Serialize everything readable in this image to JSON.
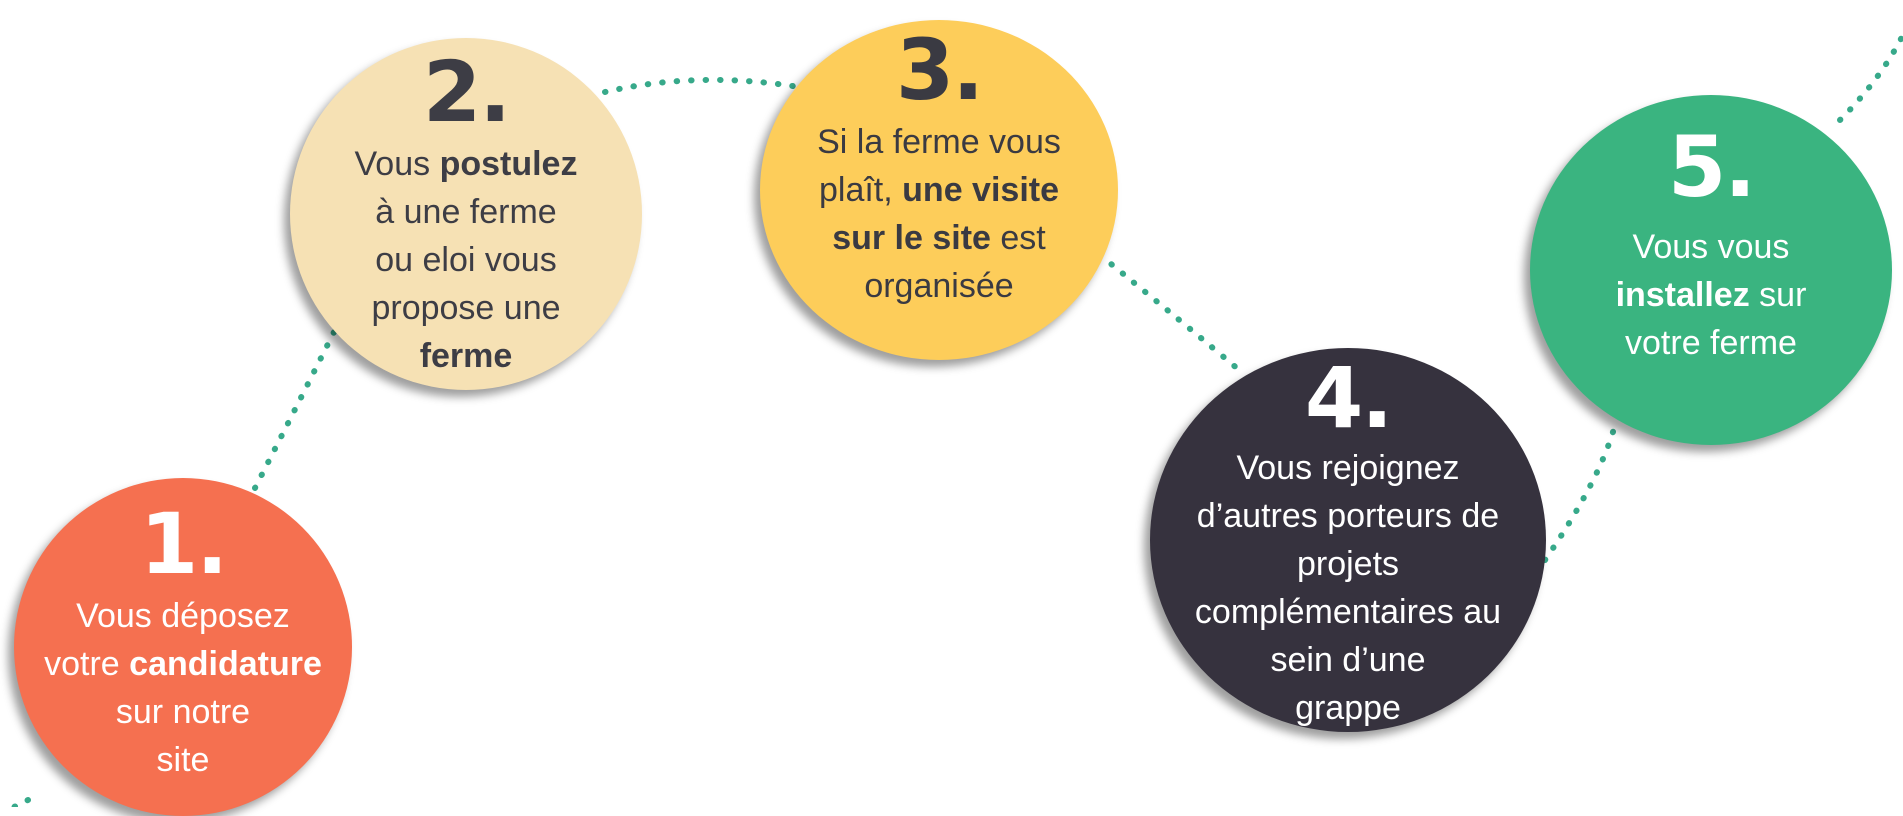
{
  "colors": {
    "path": "#37a98a",
    "step1": "#f57050",
    "step2": "#f6e1b4",
    "step3": "#fdcd5a",
    "step4": "#36323e",
    "step5": "#3ab480"
  },
  "steps": [
    {
      "number": "1.",
      "lines": [
        [
          {
            "t": "Vous déposez",
            "b": false
          }
        ],
        [
          {
            "t": "votre ",
            "b": false
          },
          {
            "t": "candidature",
            "b": true
          }
        ],
        [
          {
            "t": "sur notre",
            "b": false
          }
        ],
        [
          {
            "t": "site",
            "b": false
          }
        ]
      ]
    },
    {
      "number": "2.",
      "lines": [
        [
          {
            "t": "Vous ",
            "b": false
          },
          {
            "t": "postulez",
            "b": true
          }
        ],
        [
          {
            "t": "à une ferme",
            "b": false
          }
        ],
        [
          {
            "t": "ou eloi vous",
            "b": false
          }
        ],
        [
          {
            "t": "propose une",
            "b": false
          }
        ],
        [
          {
            "t": "ferme",
            "b": true
          }
        ]
      ]
    },
    {
      "number": "3.",
      "lines": [
        [
          {
            "t": "Si la ferme vous",
            "b": false
          }
        ],
        [
          {
            "t": "plaît, ",
            "b": false
          },
          {
            "t": "une visite",
            "b": true
          }
        ],
        [
          {
            "t": "sur le site",
            "b": true
          },
          {
            "t": " est",
            "b": false
          }
        ],
        [
          {
            "t": "organisée",
            "b": false
          }
        ]
      ]
    },
    {
      "number": "4.",
      "lines": [
        [
          {
            "t": "Vous rejoignez",
            "b": false
          }
        ],
        [
          {
            "t": "d’autres porteurs de",
            "b": false
          }
        ],
        [
          {
            "t": "projets",
            "b": false
          }
        ],
        [
          {
            "t": "complémentaires au",
            "b": false
          }
        ],
        [
          {
            "t": "sein d’une",
            "b": false
          }
        ],
        [
          {
            "t": "grappe",
            "b": false
          }
        ]
      ]
    },
    {
      "number": "5.",
      "lines": [
        [
          {
            "t": "Vous vous",
            "b": false
          }
        ],
        [
          {
            "t": "installez",
            "b": true
          },
          {
            "t": " sur",
            "b": false
          }
        ],
        [
          {
            "t": "votre ferme",
            "b": false
          }
        ]
      ]
    }
  ]
}
